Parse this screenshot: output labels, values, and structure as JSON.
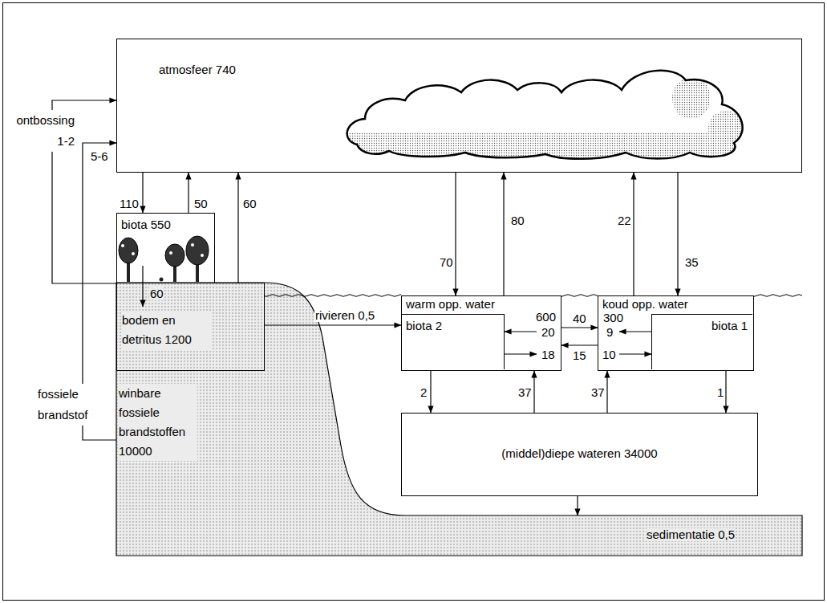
{
  "diagram": {
    "nodes": [
      {
        "text": [
          "atmosfeer 740"
        ]
      },
      {
        "text": [
          "biota 550"
        ]
      },
      {
        "text": [
          "winbare fossiele brandstoffen 10000",
          "sedimentatie 0,5"
        ]
      },
      {
        "text": [
          "bodem en detritus 1200"
        ],
        "in": 2
      },
      {
        "text": [
          "warm opp. water",
          "600"
        ]
      },
      {
        "text": [
          "biota 2"
        ],
        "in": 4
      },
      {
        "text": [
          "koud opp. water",
          "300"
        ]
      },
      {
        "text": [
          "biota 1"
        ],
        "in": 6
      },
      {
        "text": [
          "(middel)diepe wateren 34000"
        ]
      }
    ],
    "edges": [
      {
        "from": 0,
        "to": 1,
        "arrow": "to",
        "label": "110"
      },
      {
        "from": 1,
        "to": 0,
        "arrow": "to",
        "label": "50"
      },
      {
        "from": 3,
        "to": 0,
        "arrow": "to",
        "label": "60"
      },
      {
        "from": 1,
        "to": 3,
        "arrow": "to",
        "label": "60"
      },
      {
        "from": 1,
        "to": 0,
        "arrow": "to",
        "label": "ontbossing 1-2"
      },
      {
        "from": 2,
        "to": 0,
        "arrow": "to",
        "label": "5-6"
      },
      {
        "from": 3,
        "to": 4,
        "arrow": "to",
        "label": "rivieren 0,5"
      },
      {
        "from": 0,
        "to": 4,
        "arrow": "to",
        "label": "70"
      },
      {
        "from": 4,
        "to": 0,
        "arrow": "to",
        "label": "80"
      },
      {
        "from": 6,
        "to": 0,
        "arrow": "to",
        "label": "22"
      },
      {
        "from": 0,
        "to": 6,
        "arrow": "to",
        "label": "35"
      },
      {
        "from": 4,
        "to": 6,
        "arrow": "to",
        "label": "40"
      },
      {
        "from": 6,
        "to": 4,
        "arrow": "to",
        "label": "15"
      },
      {
        "from": 4,
        "to": 5,
        "arrow": "to",
        "label": "20"
      },
      {
        "from": 5,
        "to": 4,
        "arrow": "to",
        "label": "18"
      },
      {
        "from": 7,
        "to": 6,
        "arrow": "to",
        "label": "9"
      },
      {
        "from": 6,
        "to": 7,
        "arrow": "to",
        "label": "10"
      },
      {
        "from": 4,
        "to": 8,
        "arrow": "to",
        "label": "2"
      },
      {
        "from": 8,
        "to": 4,
        "arrow": "to",
        "label": "37"
      },
      {
        "from": 8,
        "to": 6,
        "arrow": "to",
        "label": "37"
      },
      {
        "from": 6,
        "to": 8,
        "arrow": "to",
        "label": "1"
      },
      {
        "from": 8,
        "to": 2,
        "arrow": "to"
      }
    ],
    "labels": [
      "fossiele brandstof"
    ]
  }
}
